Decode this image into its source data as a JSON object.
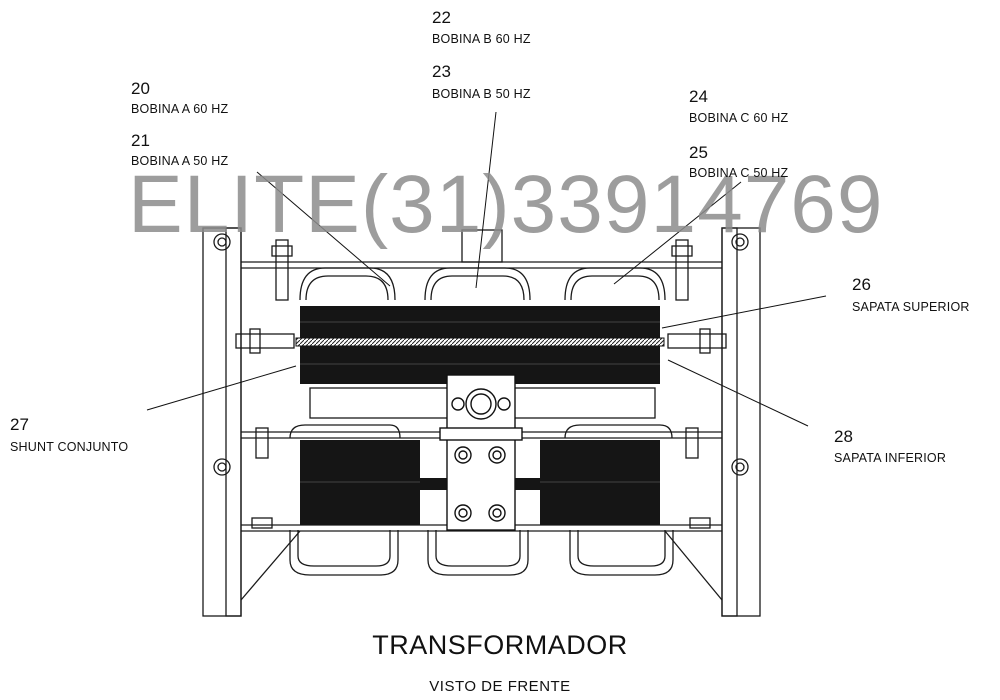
{
  "watermark": "ELITE(31)33914769",
  "callouts": [
    {
      "num": "20",
      "label": "BOBINA A 60 HZ"
    },
    {
      "num": "21",
      "label": "BOBINA A 50 HZ"
    },
    {
      "num": "22",
      "label": "BOBINA B 60 HZ"
    },
    {
      "num": "23",
      "label": "BOBINA B 50 HZ"
    },
    {
      "num": "24",
      "label": "BOBINA C 60 HZ"
    },
    {
      "num": "25",
      "label": "BOBINA C 50 HZ"
    },
    {
      "num": "26",
      "label": "SAPATA SUPERIOR"
    },
    {
      "num": "27",
      "label": "SHUNT CONJUNTO"
    },
    {
      "num": "28",
      "label": "SAPATA INFERIOR"
    }
  ],
  "title": "TRANSFORMADOR",
  "subtitle": "VISTO DE FRENTE"
}
